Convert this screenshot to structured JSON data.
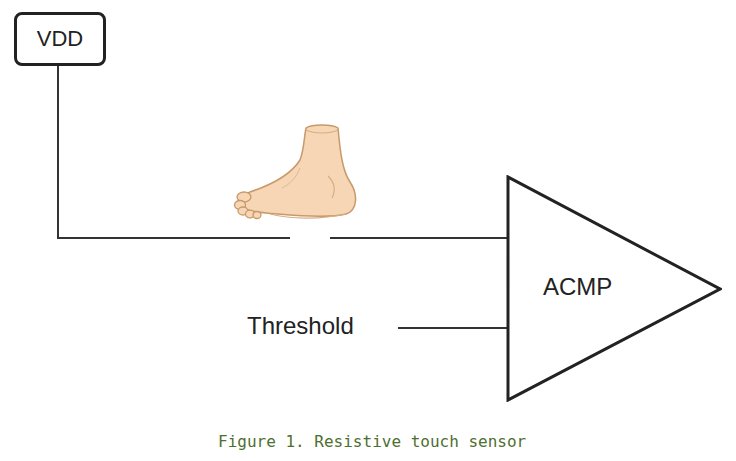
{
  "diagram": {
    "caption": "Figure 1. Resistive touch sensor",
    "nodes": [
      {
        "text": [
          "VDD"
        ]
      },
      {
        "text": [
          "ACMP"
        ]
      }
    ],
    "edges": [
      {
        "from": 0,
        "to": 1,
        "arrow": "none"
      }
    ],
    "labels": [
      "Threshold"
    ]
  }
}
